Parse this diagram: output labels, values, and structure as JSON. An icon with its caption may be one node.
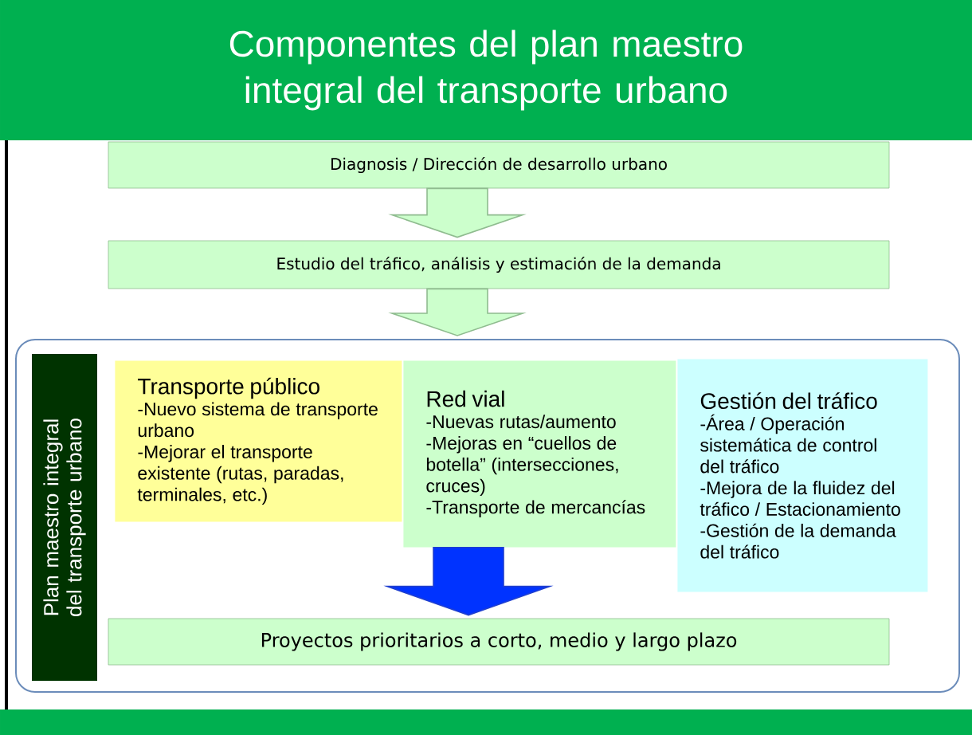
{
  "diagram": {
    "title": "Componentes del plan maestro integral del transporte urbano",
    "nodes": [
      {
        "text": [
          "Diagnosis / Dirección de desarrollo urbano"
        ]
      },
      {
        "text": [
          "Estudio del tráfico, análisis y estimación de la demanda"
        ]
      },
      {
        "text": [],
        "shape": "box"
      },
      {
        "text": [
          "Plan maestro integral del transporte urbano"
        ],
        "in": 2
      },
      {
        "text": [
          "Transporte público",
          "-Nuevo sistema de transporte urbano",
          "-Mejorar el transporte existente (rutas, paradas, terminales, etc.)"
        ],
        "in": 2
      },
      {
        "text": [
          "Red vial",
          "-Nuevas rutas/aumento",
          "-Mejoras en “cuellos de botella” (intersecciones, cruces)",
          "-Transporte de mercancías"
        ],
        "in": 2
      },
      {
        "text": [
          "Gestión del tráfico",
          "-Área / Operación sistemática de control del tráfico",
          "-Mejora de la fluidez del tráfico / Estacionamiento",
          "-Gestión de la demanda del tráfico"
        ],
        "in": 2
      },
      {
        "text": [
          "Proyectos prioritarios a corto, medio y largo plazo"
        ],
        "in": 2
      }
    ],
    "edges": [
      {
        "from": 0,
        "to": 1,
        "arrow": "to"
      },
      {
        "from": 1,
        "to": 2,
        "arrow": "to"
      },
      {
        "from": 5,
        "to": 7,
        "arrow": "to",
        "color": "#0033ff"
      }
    ]
  }
}
